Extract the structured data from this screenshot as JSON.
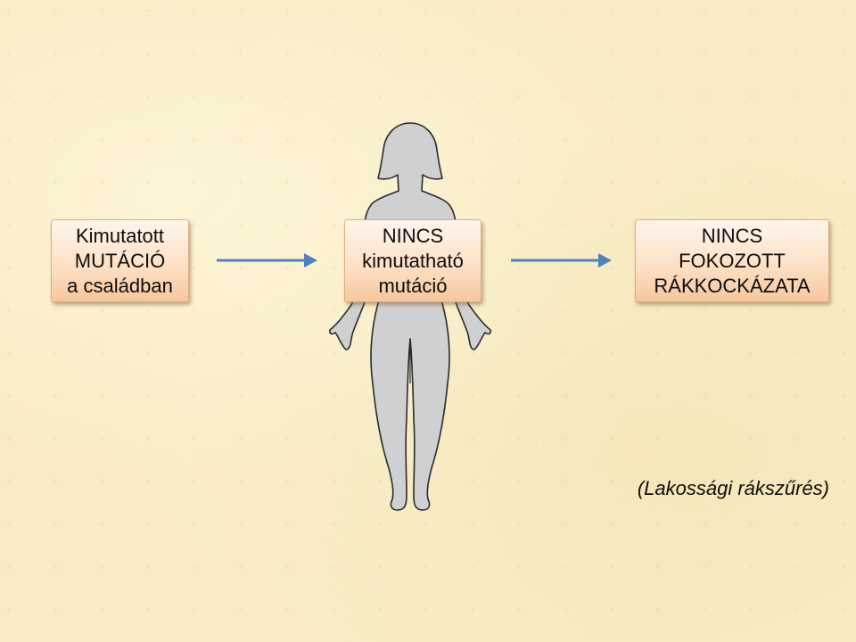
{
  "boxes": {
    "left": {
      "lines": [
        "Kimutatott",
        "MUTÁCIÓ",
        "a családban"
      ]
    },
    "middle": {
      "lines": [
        "NINCS",
        "kimutatható",
        "mutáció"
      ]
    },
    "right": {
      "lines": [
        "NINCS",
        "FOKOZOTT",
        "RÁKKOCKÁZATA"
      ]
    }
  },
  "footnote": "(Lakossági rákszűrés)",
  "icons": {
    "figure": "person-silhouette-icon",
    "arrow": "arrow-right-icon"
  },
  "colors": {
    "background": "#f9ecc4",
    "box_top": "#fff6ec",
    "box_bottom": "#f7c79e",
    "arrow": "#4f81bd",
    "figure_fill": "#cfd0d2",
    "figure_stroke": "#2b2b2b"
  }
}
